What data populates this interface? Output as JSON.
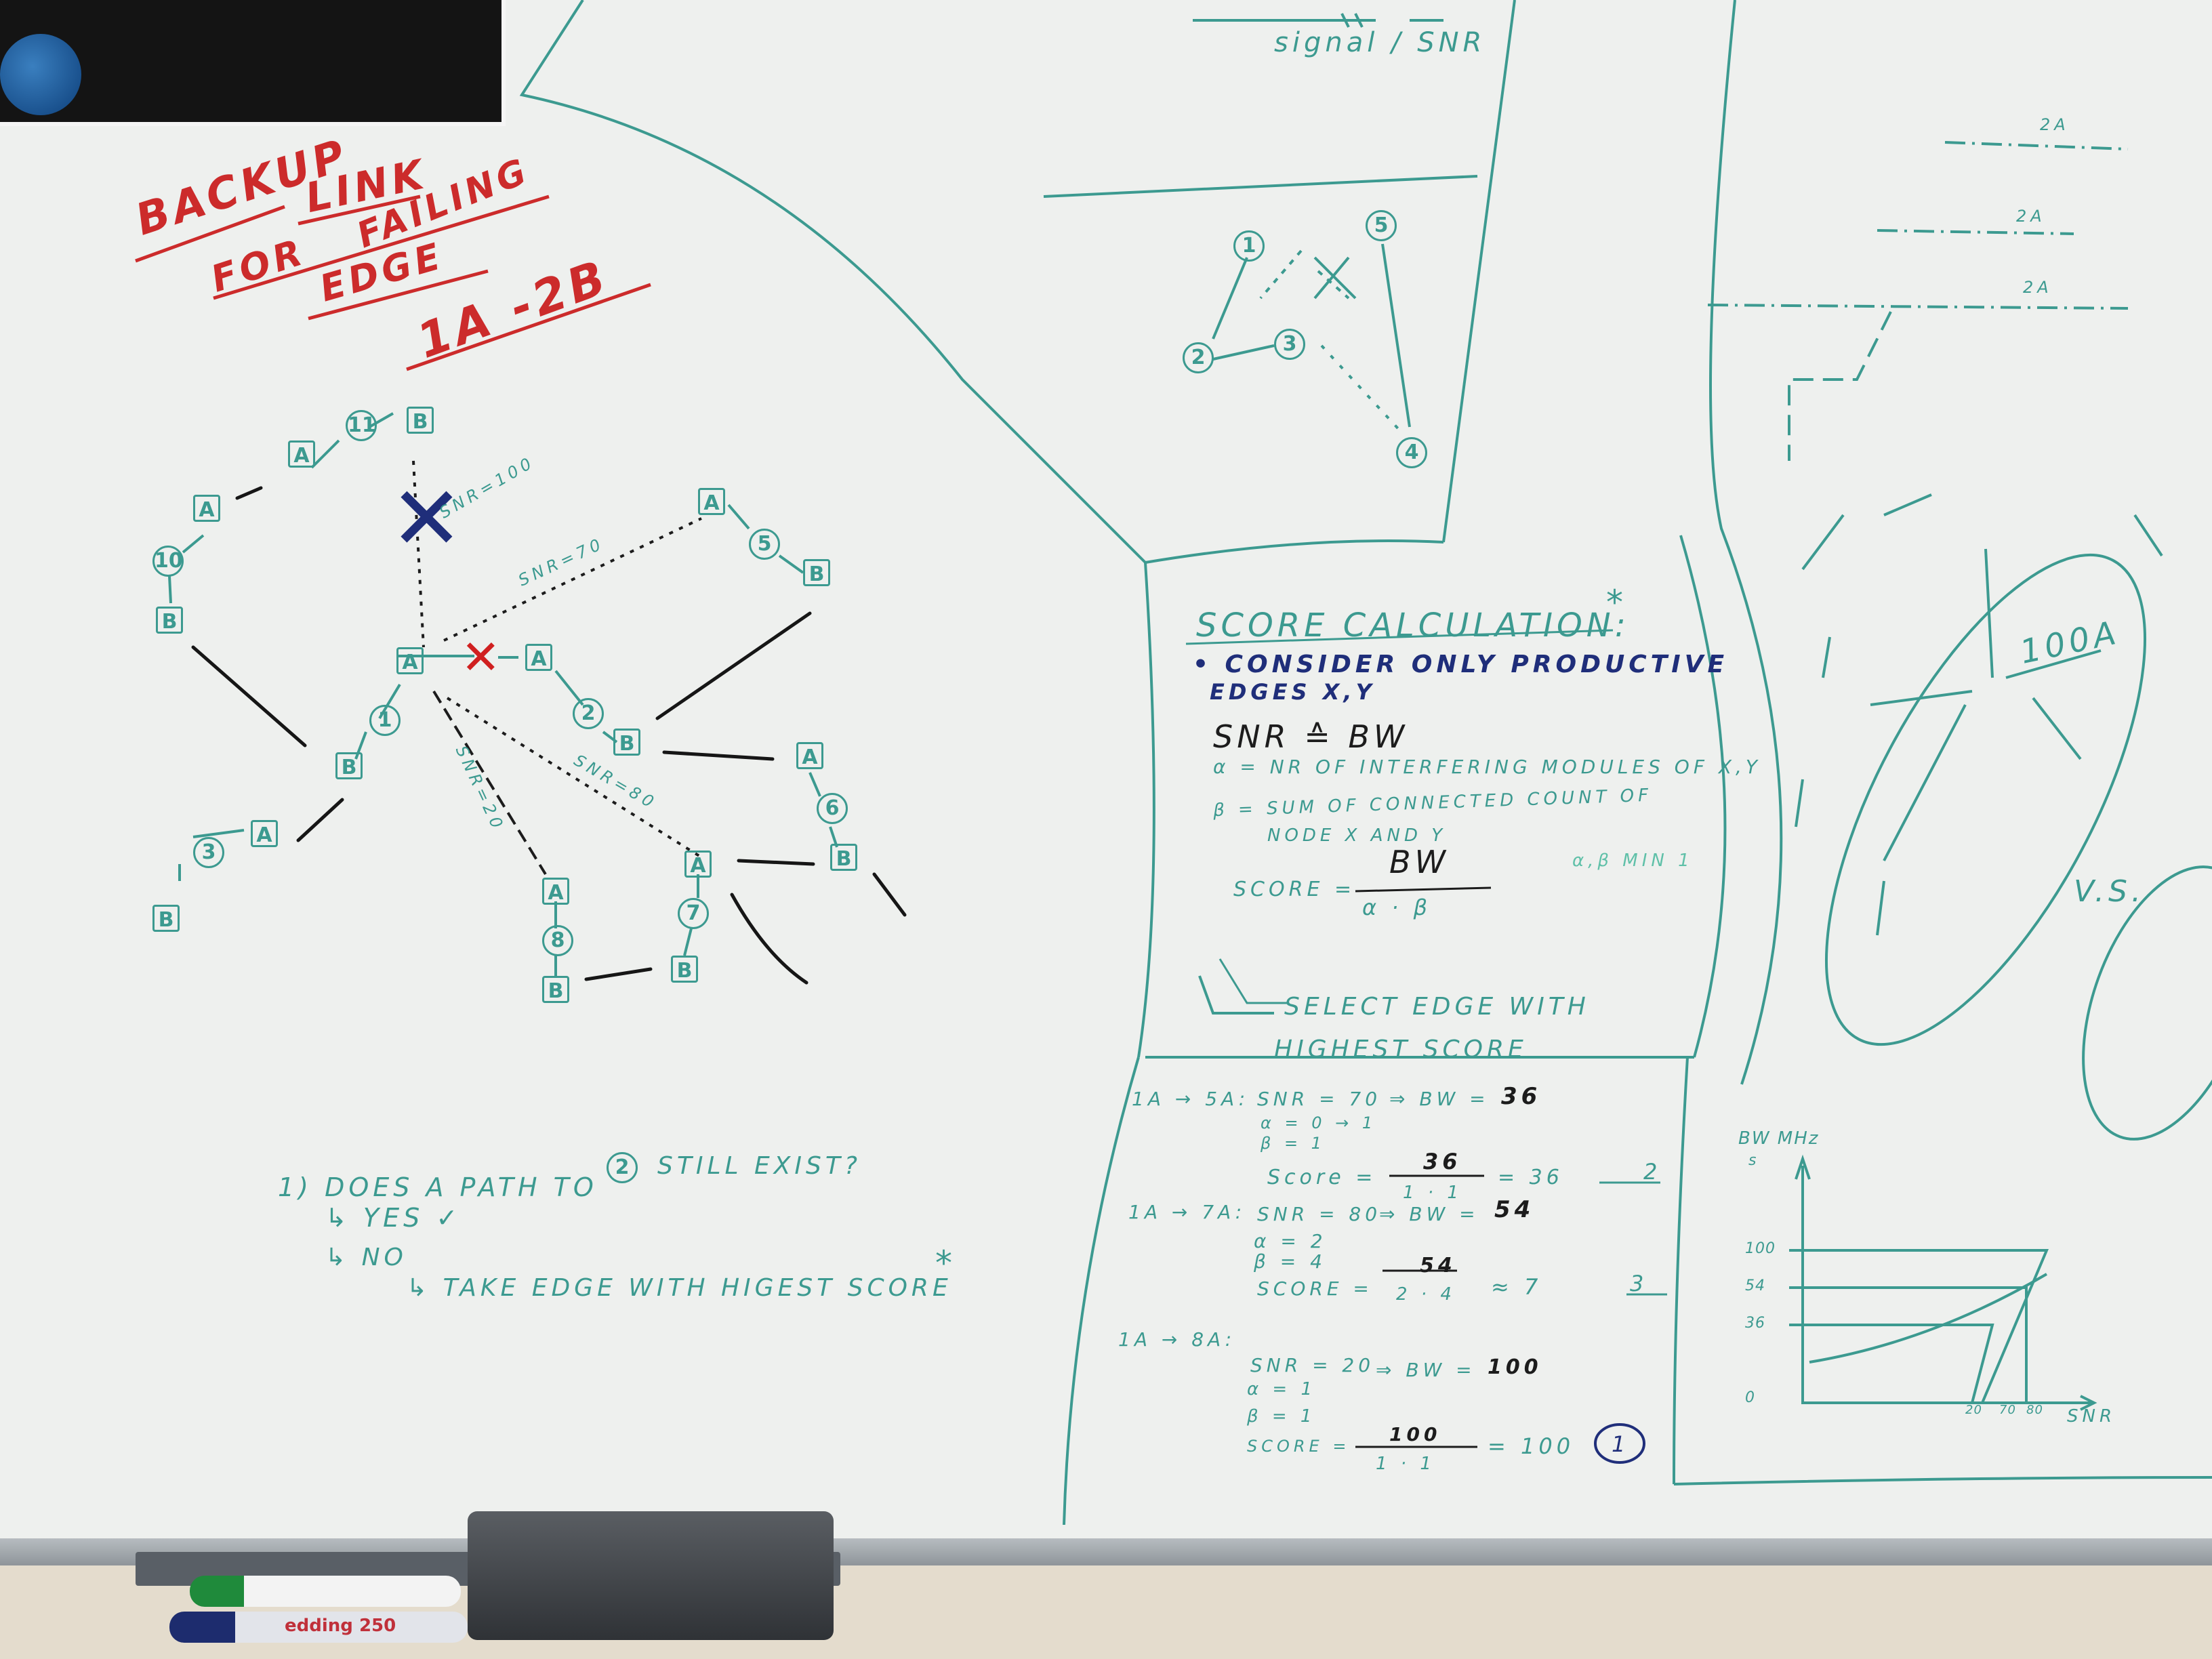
{
  "board": {
    "title": {
      "l1": "BACKUP",
      "l2": "LINK",
      "l3": "FOR",
      "l4": "FAILING",
      "l5": "EDGE",
      "l6": "1A -2B"
    },
    "top_sketch": {
      "label": "signal / SNR"
    },
    "graph_labels": {
      "snr100": "SNR=100",
      "snr70": "SNR=70",
      "snr80": "SNR=80",
      "snr20": "SNR=20"
    },
    "graph_nodes": [
      {
        "id": "n11",
        "text": "11"
      },
      {
        "id": "nB1",
        "text": "B"
      },
      {
        "id": "nA1",
        "text": "A"
      },
      {
        "id": "nA2",
        "text": "A"
      },
      {
        "id": "n10",
        "text": "10"
      },
      {
        "id": "nB2",
        "text": "B"
      },
      {
        "id": "nA3",
        "text": "A"
      },
      {
        "id": "n5",
        "text": "5"
      },
      {
        "id": "nB3",
        "text": "B"
      },
      {
        "id": "nA4",
        "text": "A"
      },
      {
        "id": "nA5",
        "text": "A"
      },
      {
        "id": "n1",
        "text": "1"
      },
      {
        "id": "nB4",
        "text": "B"
      },
      {
        "id": "n2",
        "text": "2"
      },
      {
        "id": "nB5",
        "text": "B"
      },
      {
        "id": "nA6",
        "text": "A"
      },
      {
        "id": "n6",
        "text": "6"
      },
      {
        "id": "nB6",
        "text": "B"
      },
      {
        "id": "n3",
        "text": "3"
      },
      {
        "id": "nA7",
        "text": "A"
      },
      {
        "id": "nB7",
        "text": "B"
      },
      {
        "id": "nA8",
        "text": "A"
      },
      {
        "id": "n7",
        "text": "7"
      },
      {
        "id": "nB8",
        "text": "B"
      },
      {
        "id": "nA9",
        "text": "A"
      },
      {
        "id": "n8",
        "text": "8"
      },
      {
        "id": "nB9",
        "text": "B"
      }
    ],
    "small_graph_nodes": [
      "1",
      "2",
      "3",
      "5",
      "4"
    ],
    "question": {
      "q": "1) DOES A PATH TO",
      "q_node": "2",
      "q_end": "STILL EXIST?",
      "yes": "YES ✓",
      "no": "NO",
      "take": "TAKE EDGE WITH HIGEST SCORE",
      "star": "*"
    },
    "score": {
      "title": "SCORE CALCULATION:",
      "star": "*",
      "consider1": "• CONSIDER ONLY PRODUCTIVE",
      "consider2": "EDGES X,Y",
      "snr_bw": "SNR ≙ BW",
      "alpha": "α = NR OF INTERFERING MODULES OF X,Y",
      "beta1": "β = SUM OF CONNECTED COUNT OF",
      "beta2": "NODE X AND Y",
      "score_label": "SCORE =",
      "num": "BW",
      "den": "α · β",
      "minnote": "α,β MIN 1",
      "select1": "SELECT EDGE WITH",
      "select2": "HIGHEST SCORE"
    },
    "calc": [
      {
        "edge": "1A → 5A:",
        "snr": "SNR = 70",
        "arrow": "⇒ BW =",
        "bw": "36",
        "a": "α = 0 → 1",
        "b": "β = 1",
        "score": "Score =",
        "num": "36",
        "den": "1 · 1",
        "res": "= 36",
        "rank": "2"
      },
      {
        "edge": "1A → 7A:",
        "snr": "SNR = 80",
        "arrow": "⇒ BW =",
        "bw": "54",
        "a": "α = 2",
        "b": "β = 4",
        "score": "SCORE =",
        "num": "54",
        "den": "2 · 4",
        "res": "≈ 7",
        "rank": "3"
      },
      {
        "edge": "1A → 8A:",
        "snr": "SNR = 20",
        "arrow": "⇒ BW =",
        "bw": "100",
        "a": "α = 1",
        "b": "β = 1",
        "score": "SCORE =",
        "num": "100",
        "den": "1 · 1",
        "res": "= 100",
        "rank": "1"
      }
    ],
    "graph_chart": {
      "ylabel": "BW MHz",
      "ylabel_sub": "s",
      "y_ticks": [
        "100",
        "54",
        "36"
      ],
      "origin": "0",
      "xlabel": "SNR",
      "x_ticks": [
        "20",
        "70",
        "80"
      ]
    },
    "right_labels": {
      "a1": "2A",
      "a2": "2A",
      "a3": "2A",
      "circ": "100A",
      "vs": "V.S."
    },
    "marker_label": "edding 250"
  }
}
